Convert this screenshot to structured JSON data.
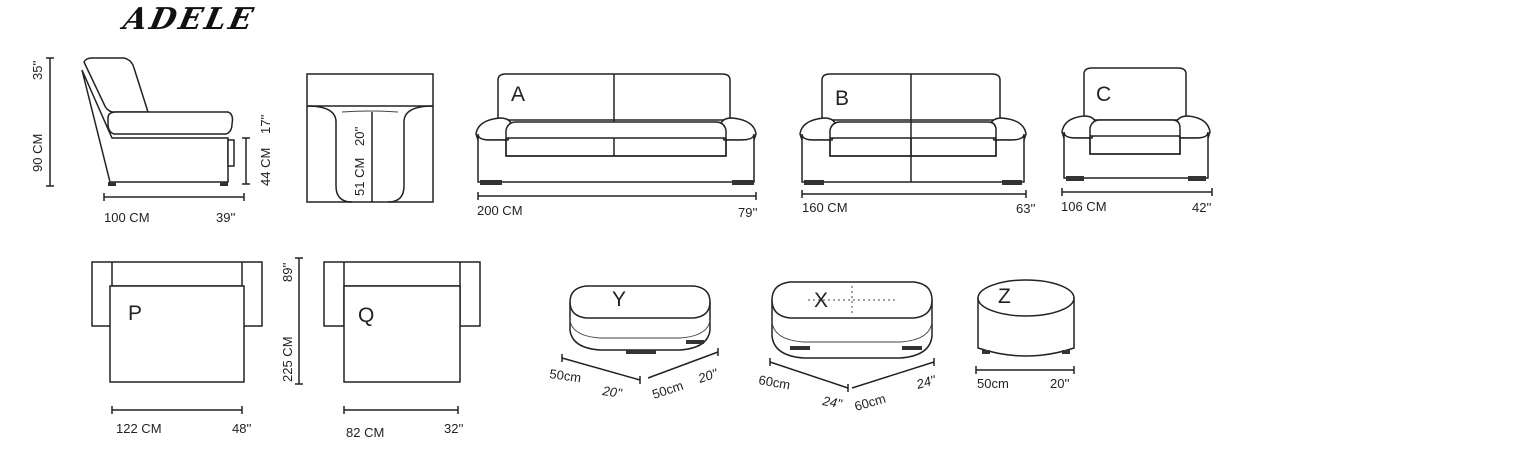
{
  "title": "ADELE",
  "side_view": {
    "height_in": "35''",
    "height_cm": "90 CM",
    "seat_in": "17''",
    "seat_cm": "44 CM",
    "depth_cm": "100 CM",
    "depth_in": "39''"
  },
  "seat_section": {
    "inner_in": "20''",
    "inner_cm": "51 CM"
  },
  "sofas": [
    {
      "label": "A",
      "cm": "200 CM",
      "in": "79''"
    },
    {
      "label": "B",
      "cm": "160 CM",
      "in": "63''"
    },
    {
      "label": "C",
      "cm": "106 CM",
      "in": "42''"
    }
  ],
  "sleepers": [
    {
      "label": "P",
      "cm": "122 CM",
      "in": "48''"
    },
    {
      "label": "Q",
      "cm": "82 CM",
      "in": "32''"
    }
  ],
  "sleeper_length": {
    "in": "89''",
    "cm": "225 CM"
  },
  "ottomans": [
    {
      "label": "Y",
      "d1_cm": "50cm",
      "d1_in": "20''",
      "d2_cm": "50cm",
      "d2_in": "20''"
    },
    {
      "label": "X",
      "d1_cm": "60cm",
      "d1_in": "24''",
      "d2_cm": "60cm",
      "d2_in": "24''"
    },
    {
      "label": "Z",
      "cm": "50cm",
      "in": "20''"
    }
  ]
}
